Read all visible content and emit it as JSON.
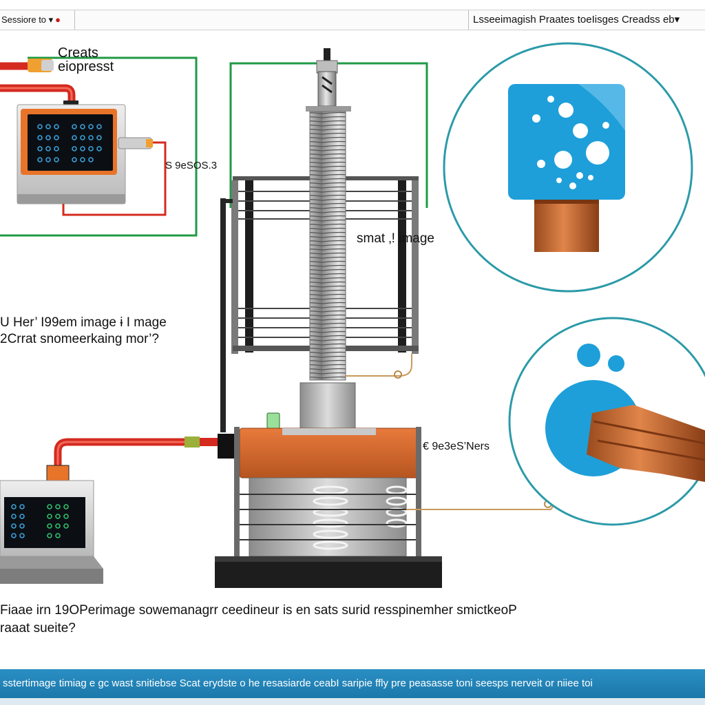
{
  "header": {
    "left_tab": "Sessiore to ▾",
    "right_tab": "Lsseeimagish Praates toeIisges Creadss eb▾"
  },
  "labels": {
    "create_a": "Creats",
    "create_b": "eiopresst",
    "sensor_top": "S 9eSOS.3",
    "smat_image": "smat ‚! image",
    "here_image_1": "U Her’ I99em image ɨ I mage",
    "here_image_2": "2Crrat snomeerkaing mor’?",
    "sensor_mid": "€ 9e3eS’Ners",
    "caption_1": "Fiaae irn 19OPerimage  sowemanagrr ceedineur  is en  sats  surid resspinemher smictkeoP",
    "caption_2": "raaat sueite?"
  },
  "footer": {
    "banner": "sstertimage timiag e gc wast snitiebse Scat erydste o he resasiarde ceabI saripie ffly pre peasasse toni seesps nerveit or niiee toi"
  },
  "colors": {
    "pipe_red": "#d42a1f",
    "wire_green": "#1f9a46",
    "copper": "#c0652f",
    "bubble_blue": "#1e9fd9",
    "circle_border": "#2b9aa8",
    "banner_blue": "#2485bb"
  }
}
